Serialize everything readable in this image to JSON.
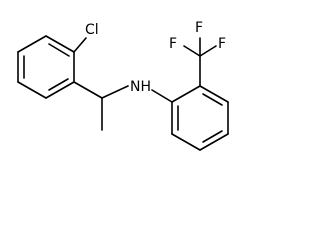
{
  "atoms": {
    "chlorine": "Cl",
    "amine": "NH",
    "fluorine_1": "F",
    "fluorine_2": "F",
    "fluorine_3": "F"
  }
}
